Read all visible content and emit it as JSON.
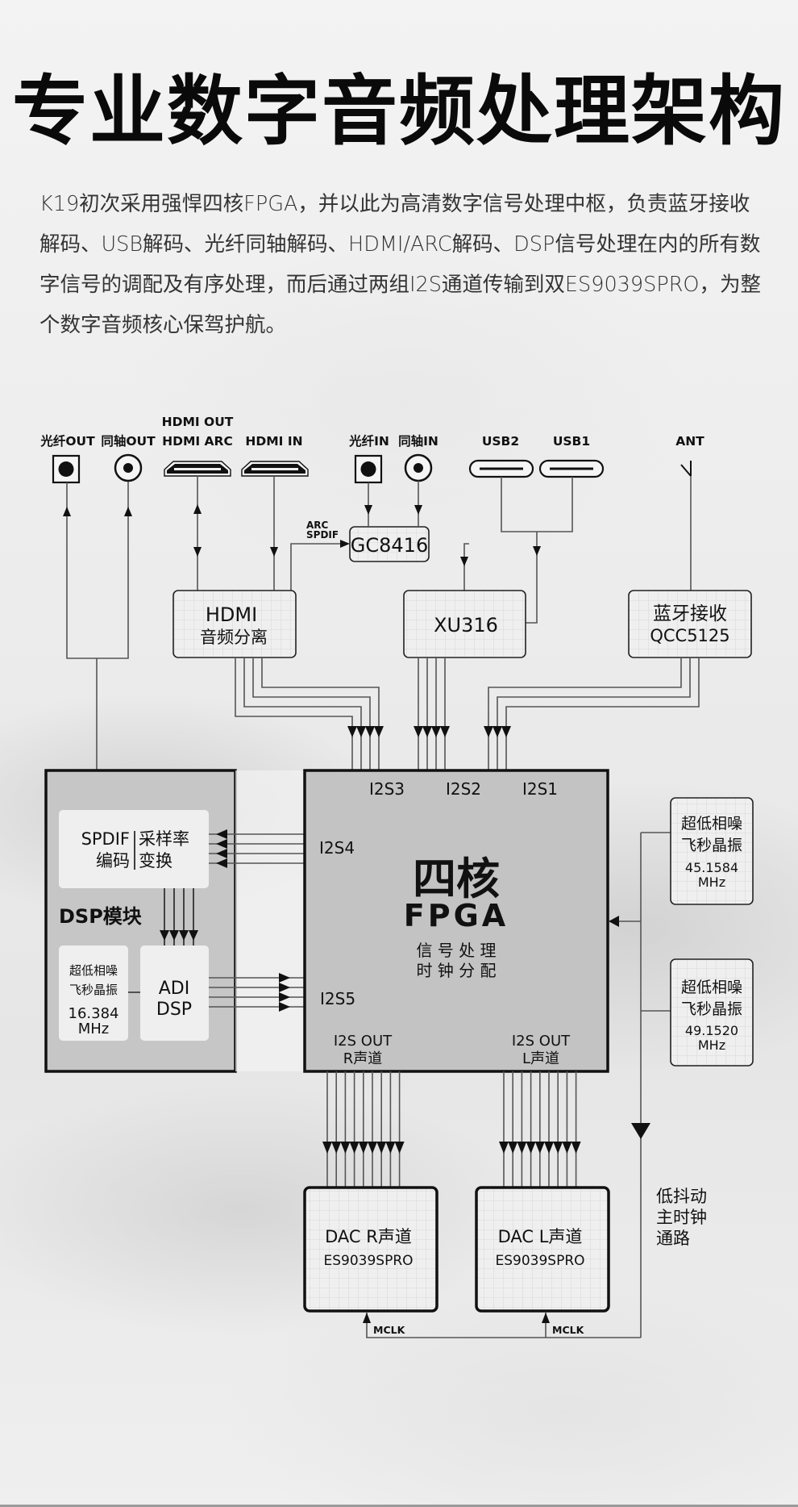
{
  "title": "专业数字音频处理架构",
  "intro": "K19初次采用强悍四核FPGA，并以此为高清数字信号处理中枢，负责蓝牙接收解码、USB解码、光纤同轴解码、HDMI/ARC解码、DSP信号处理在内的所有数字信号的调配及有序处理，而后通过两组I2S通道传输到双ES9039SPRO，为整个数字音频核心保驾护航。",
  "ports": {
    "optical_out": "光纤OUT",
    "coax_out": "同轴OUT",
    "hdmi_out_line1": "HDMI OUT",
    "hdmi_out_line2": "HDMI ARC",
    "hdmi_in": "HDMI IN",
    "optical_in": "光纤IN",
    "coax_in": "同轴IN",
    "usb2": "USB2",
    "usb1": "USB1",
    "ant": "ANT"
  },
  "blocks": {
    "gc8416": "GC8416",
    "arc_label_1": "ARC",
    "arc_label_2": "SPDIF",
    "hdmi_sep_line1": "HDMI",
    "hdmi_sep_line2": "音频分离",
    "xu316": "XU316",
    "bt_line1": "蓝牙接收",
    "bt_line2": "QCC5125",
    "fpga": {
      "title_line1": "四核",
      "title_line2": "FPGA",
      "desc_line1": "信 号 处 理",
      "desc_line2": "时 钟 分 配",
      "i2s1": "I2S1",
      "i2s2": "I2S2",
      "i2s3": "I2S3",
      "i2s4": "I2S4",
      "i2s5": "I2S5",
      "out_r_line1": "I2S OUT",
      "out_r_line2": "R声道",
      "out_l_line1": "I2S OUT",
      "out_l_line2": "L声道"
    },
    "dsp": {
      "module_label": "DSP模块",
      "spdif_line1": "SPDIF",
      "spdif_line2": "编码",
      "src_line1": "采样率",
      "src_line2": "变换",
      "osc_line1": "超低相噪",
      "osc_line2": "飞秒晶振",
      "osc_freq": "16.384",
      "osc_unit": "MHz",
      "adi_line1": "ADI",
      "adi_line2": "DSP"
    },
    "osc1": {
      "line1": "超低相噪",
      "line2": "飞秒晶振",
      "freq": "45.1584",
      "unit": "MHz"
    },
    "osc2": {
      "line1": "超低相噪",
      "line2": "飞秒晶振",
      "freq": "49.1520",
      "unit": "MHz"
    },
    "dac_r": {
      "line1": "DAC R声道",
      "line2": "ES9039SPRO"
    },
    "dac_l": {
      "line1": "DAC L声道",
      "line2": "ES9039SPRO"
    },
    "mclk_r": "MCLK",
    "mclk_l": "MCLK",
    "clock_path_line1": "低抖动",
    "clock_path_line2": "主时钟",
    "clock_path_line3": "通路"
  }
}
